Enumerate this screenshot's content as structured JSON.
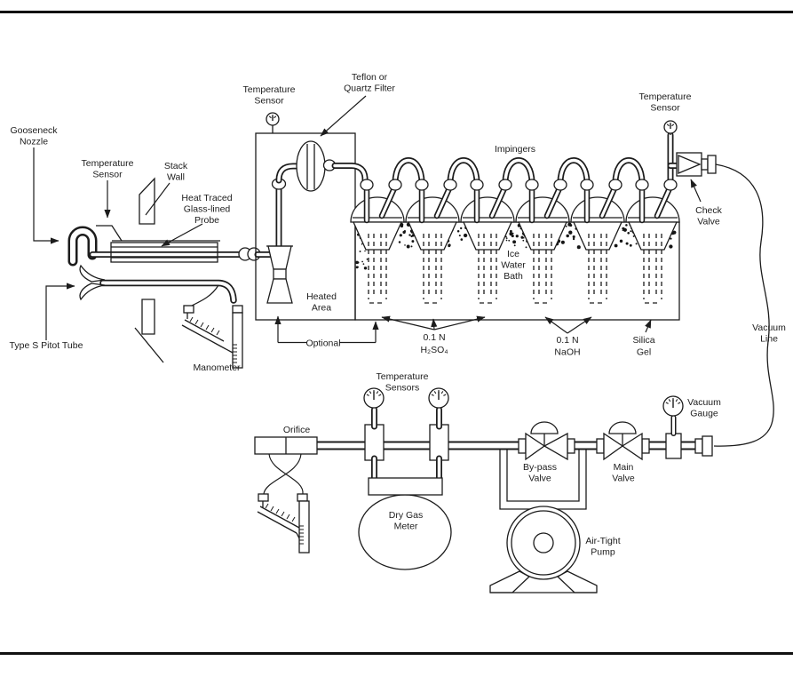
{
  "diagram": {
    "type": "schematic",
    "subject": "stack-gas sampling train",
    "colors": {
      "line": "#1c1c1c",
      "background": "#ffffff"
    },
    "impingers": {
      "count": 6,
      "label": "Impingers"
    },
    "labels": {
      "gooseneck": [
        "Gooseneck",
        "Nozzle"
      ],
      "temp_sensor_stack": [
        "Temperature",
        "Sensor"
      ],
      "stack_wall": [
        "Stack",
        "Wall"
      ],
      "probe": [
        "Heat Traced",
        "Glass-lined",
        "Probe"
      ],
      "pitot": [
        "Type S Pitot Tube"
      ],
      "manometer": [
        "Manometer"
      ],
      "temp_sensor_filter": [
        "Temperature",
        "Sensor"
      ],
      "filter": [
        "Teflon or",
        "Quartz Filter"
      ],
      "heated_area": [
        "Heated",
        "Area"
      ],
      "optional": [
        "Optional"
      ],
      "impingers": [
        "Impingers"
      ],
      "ice_bath": [
        "Ice",
        "Water",
        "Bath"
      ],
      "h2so4": [
        "0.1 N",
        "H₂SO₄"
      ],
      "naoh": [
        "0.1 N",
        "NaOH"
      ],
      "silica": [
        "Silica",
        "Gel"
      ],
      "temp_sensor_outlet": [
        "Temperature",
        "Sensor"
      ],
      "check_valve": [
        "Check",
        "Valve"
      ],
      "vacuum_line": [
        "Vacuum",
        "Line"
      ],
      "orifice": [
        "Orifice"
      ],
      "temp_sensors_meter": [
        "Temperature",
        "Sensors"
      ],
      "dry_gas_meter": [
        "Dry Gas",
        "Meter"
      ],
      "bypass_valve": [
        "By-pass",
        "Valve"
      ],
      "main_valve": [
        "Main",
        "Valve"
      ],
      "vacuum_gauge": [
        "Vacuum",
        "Gauge"
      ],
      "pump": [
        "Air-Tight",
        "Pump"
      ]
    }
  }
}
